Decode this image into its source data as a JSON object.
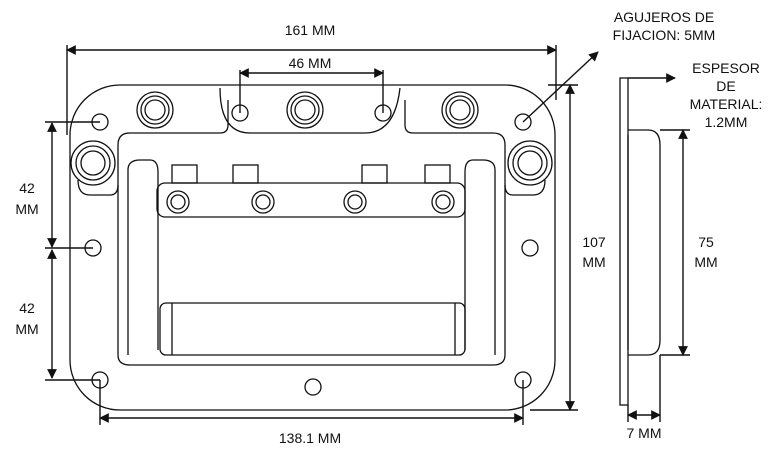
{
  "labels": {
    "width_total": "161 MM",
    "center_spacing": "46 MM",
    "left_upper": [
      "42",
      "MM"
    ],
    "left_lower": [
      "42",
      "MM"
    ],
    "bottom_spacing": "138.1 MM",
    "height_total": [
      "107",
      "MM"
    ],
    "holes": [
      "AGUJEROS DE",
      "FIJACION: 5MM"
    ],
    "thickness": [
      "ESPESOR",
      "DE",
      "MATERIAL:",
      "1.2MM"
    ],
    "depth_height": [
      "75",
      "MM"
    ],
    "depth": "7 MM"
  }
}
